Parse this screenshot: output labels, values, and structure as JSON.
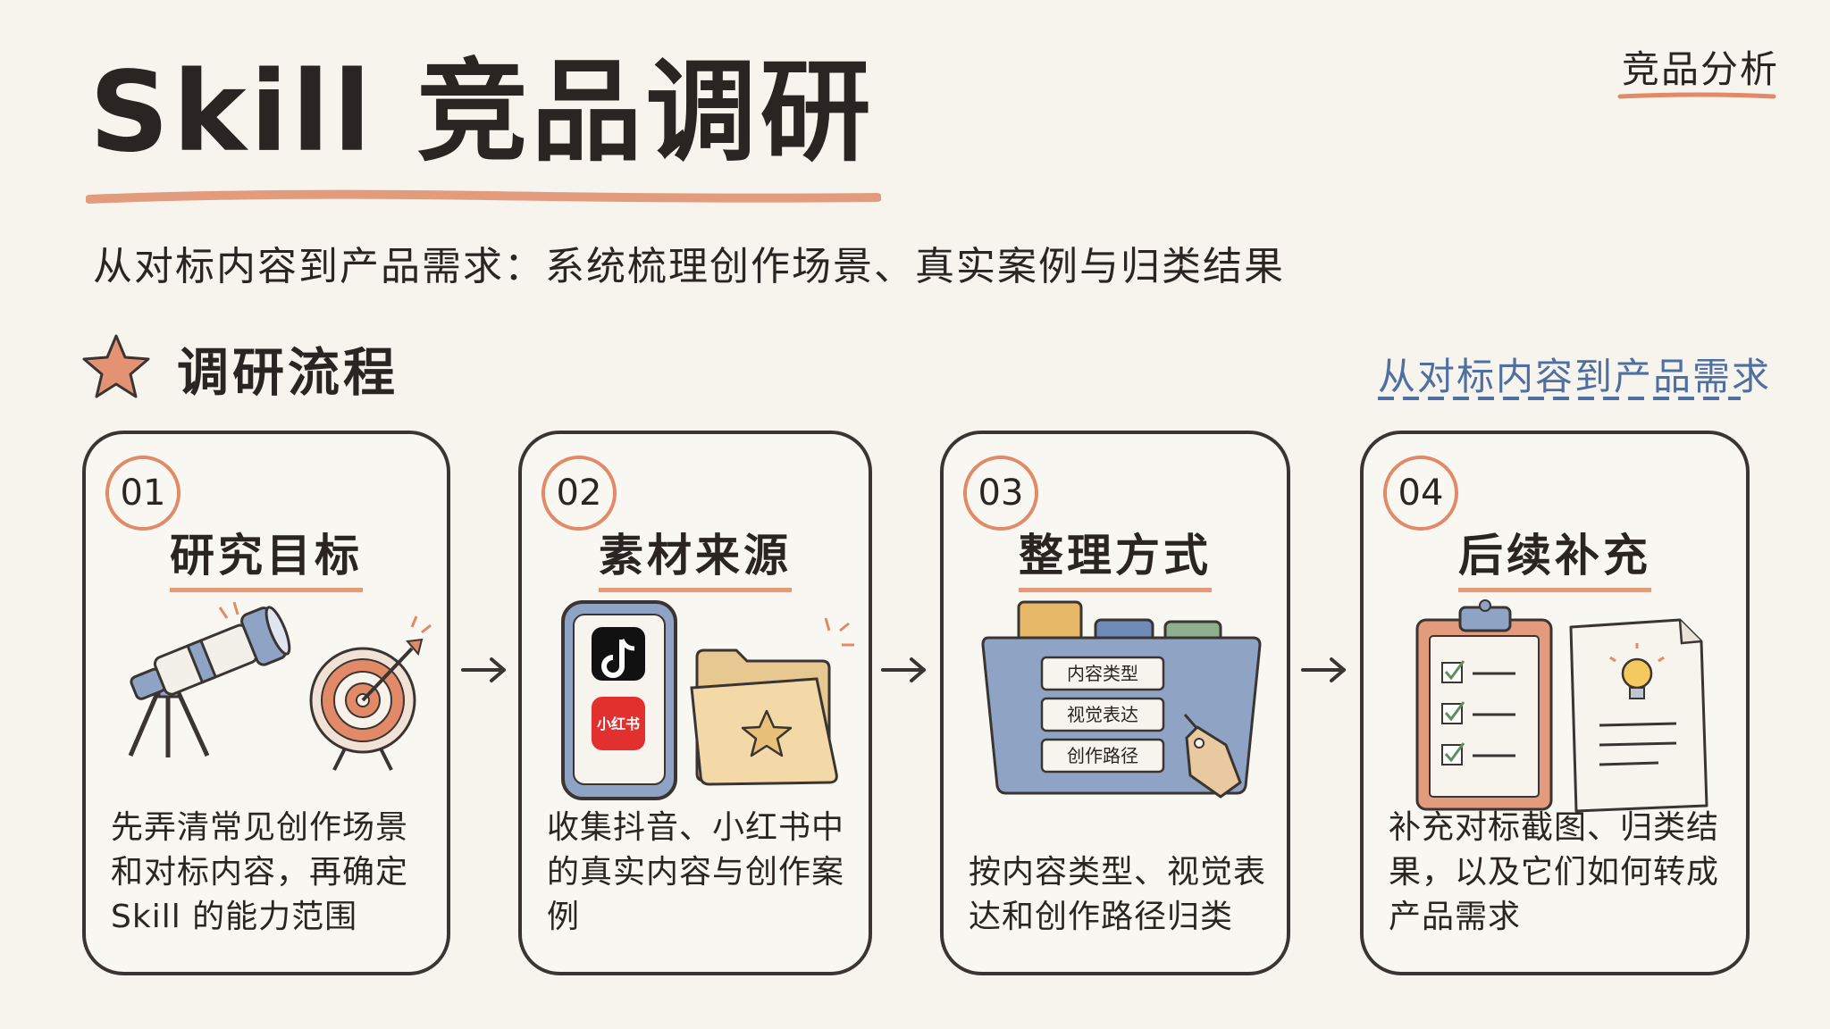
{
  "header": {
    "title": "Skill 竞品调研",
    "subtitle": "从对标内容到产品需求：系统梳理创作场景、真实案例与归类结果",
    "corner_tag": "竞品分析"
  },
  "section": {
    "title": "调研流程",
    "note": "从对标内容到产品需求"
  },
  "steps": [
    {
      "number": "01",
      "title": "研究目标",
      "desc": "先弄清常见创作场景和对标内容，再确定 Skill 的能力范围"
    },
    {
      "number": "02",
      "title": "素材来源",
      "desc": "收集抖音、小红书中的真实内容与创作案例",
      "app_badge": "小红书"
    },
    {
      "number": "03",
      "title": "整理方式",
      "desc": "按内容类型、视觉表达和创作路径归类",
      "folder_labels": [
        "内容类型",
        "视觉表达",
        "创作路径"
      ]
    },
    {
      "number": "04",
      "title": "后续补充",
      "desc": "补充对标截图、归类结果，以及它们如何转成产品需求"
    }
  ],
  "icons": {
    "section": "star-icon",
    "step1": [
      "telescope-icon",
      "target-icon"
    ],
    "step2": [
      "phone-icon",
      "tiktok-icon",
      "xiaohongshu-icon",
      "folder-icon"
    ],
    "step3": [
      "file-folder-icon",
      "tag-icon"
    ],
    "step4": [
      "clipboard-checklist-icon",
      "idea-document-icon"
    ],
    "connector": "arrow-right-icon"
  },
  "colors": {
    "accent": "#e28a68",
    "blue": "#4e6fa1",
    "ink": "#2a2522",
    "paper": "#f7f4ee"
  }
}
